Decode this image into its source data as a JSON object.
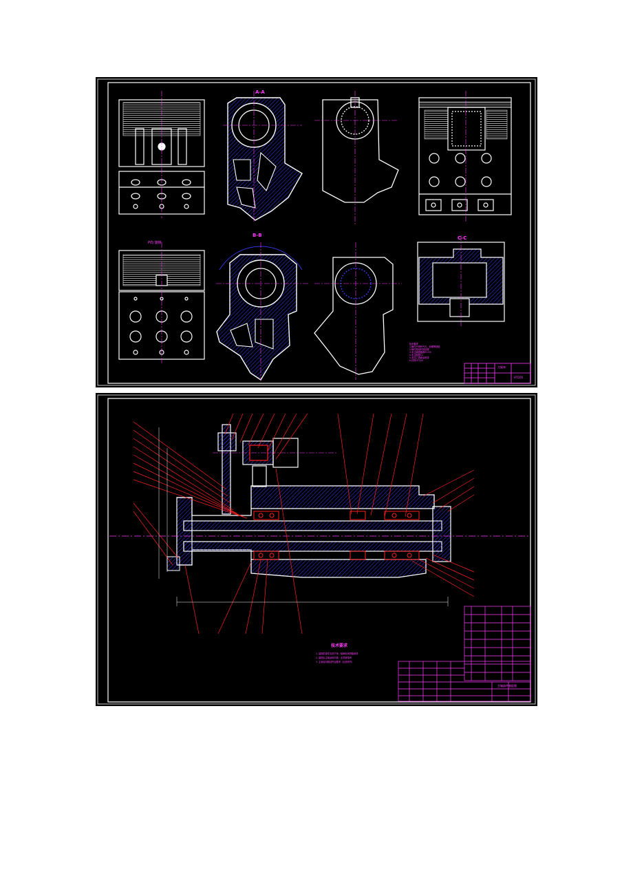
{
  "sheet1": {
    "section_labels": {
      "aa": "A-A",
      "bb": "B-B",
      "cc": "C-C"
    },
    "view_note": "P向 旋转",
    "tech_requirements": {
      "title": "技术要求",
      "items": [
        "1.铸件不得有气孔、砂眼等缺陷",
        "2.铸件需经时效处理",
        "3.未注铸造圆角R3-R5",
        "4.未注倒角C1",
        "5.非加工表面涂底漆",
        "6.材料HT200"
      ]
    },
    "title_block": {
      "name": "刀架体",
      "material": "HT200"
    }
  },
  "sheet2": {
    "tech_requirements": {
      "title": "技术要求",
      "items": [
        "1. 装配前零件清洗干净，轴承用润滑脂润滑",
        "2. 装配后主轴运转平稳，无异常噪声",
        "3. 主轴径向跳动符合要求（见说明书）"
      ]
    },
    "title_block": {
      "name": "主轴部件装配图"
    }
  },
  "colors": {
    "sheet_bg": "#000000",
    "part_lines": "#ffffff",
    "frame": "#ffffff",
    "centerlines": "#ff3cff",
    "hatch": "#3b3bff",
    "leaders": "#ff2020",
    "title_block": "#ff3cff",
    "dimensions": "#4a8cff"
  }
}
